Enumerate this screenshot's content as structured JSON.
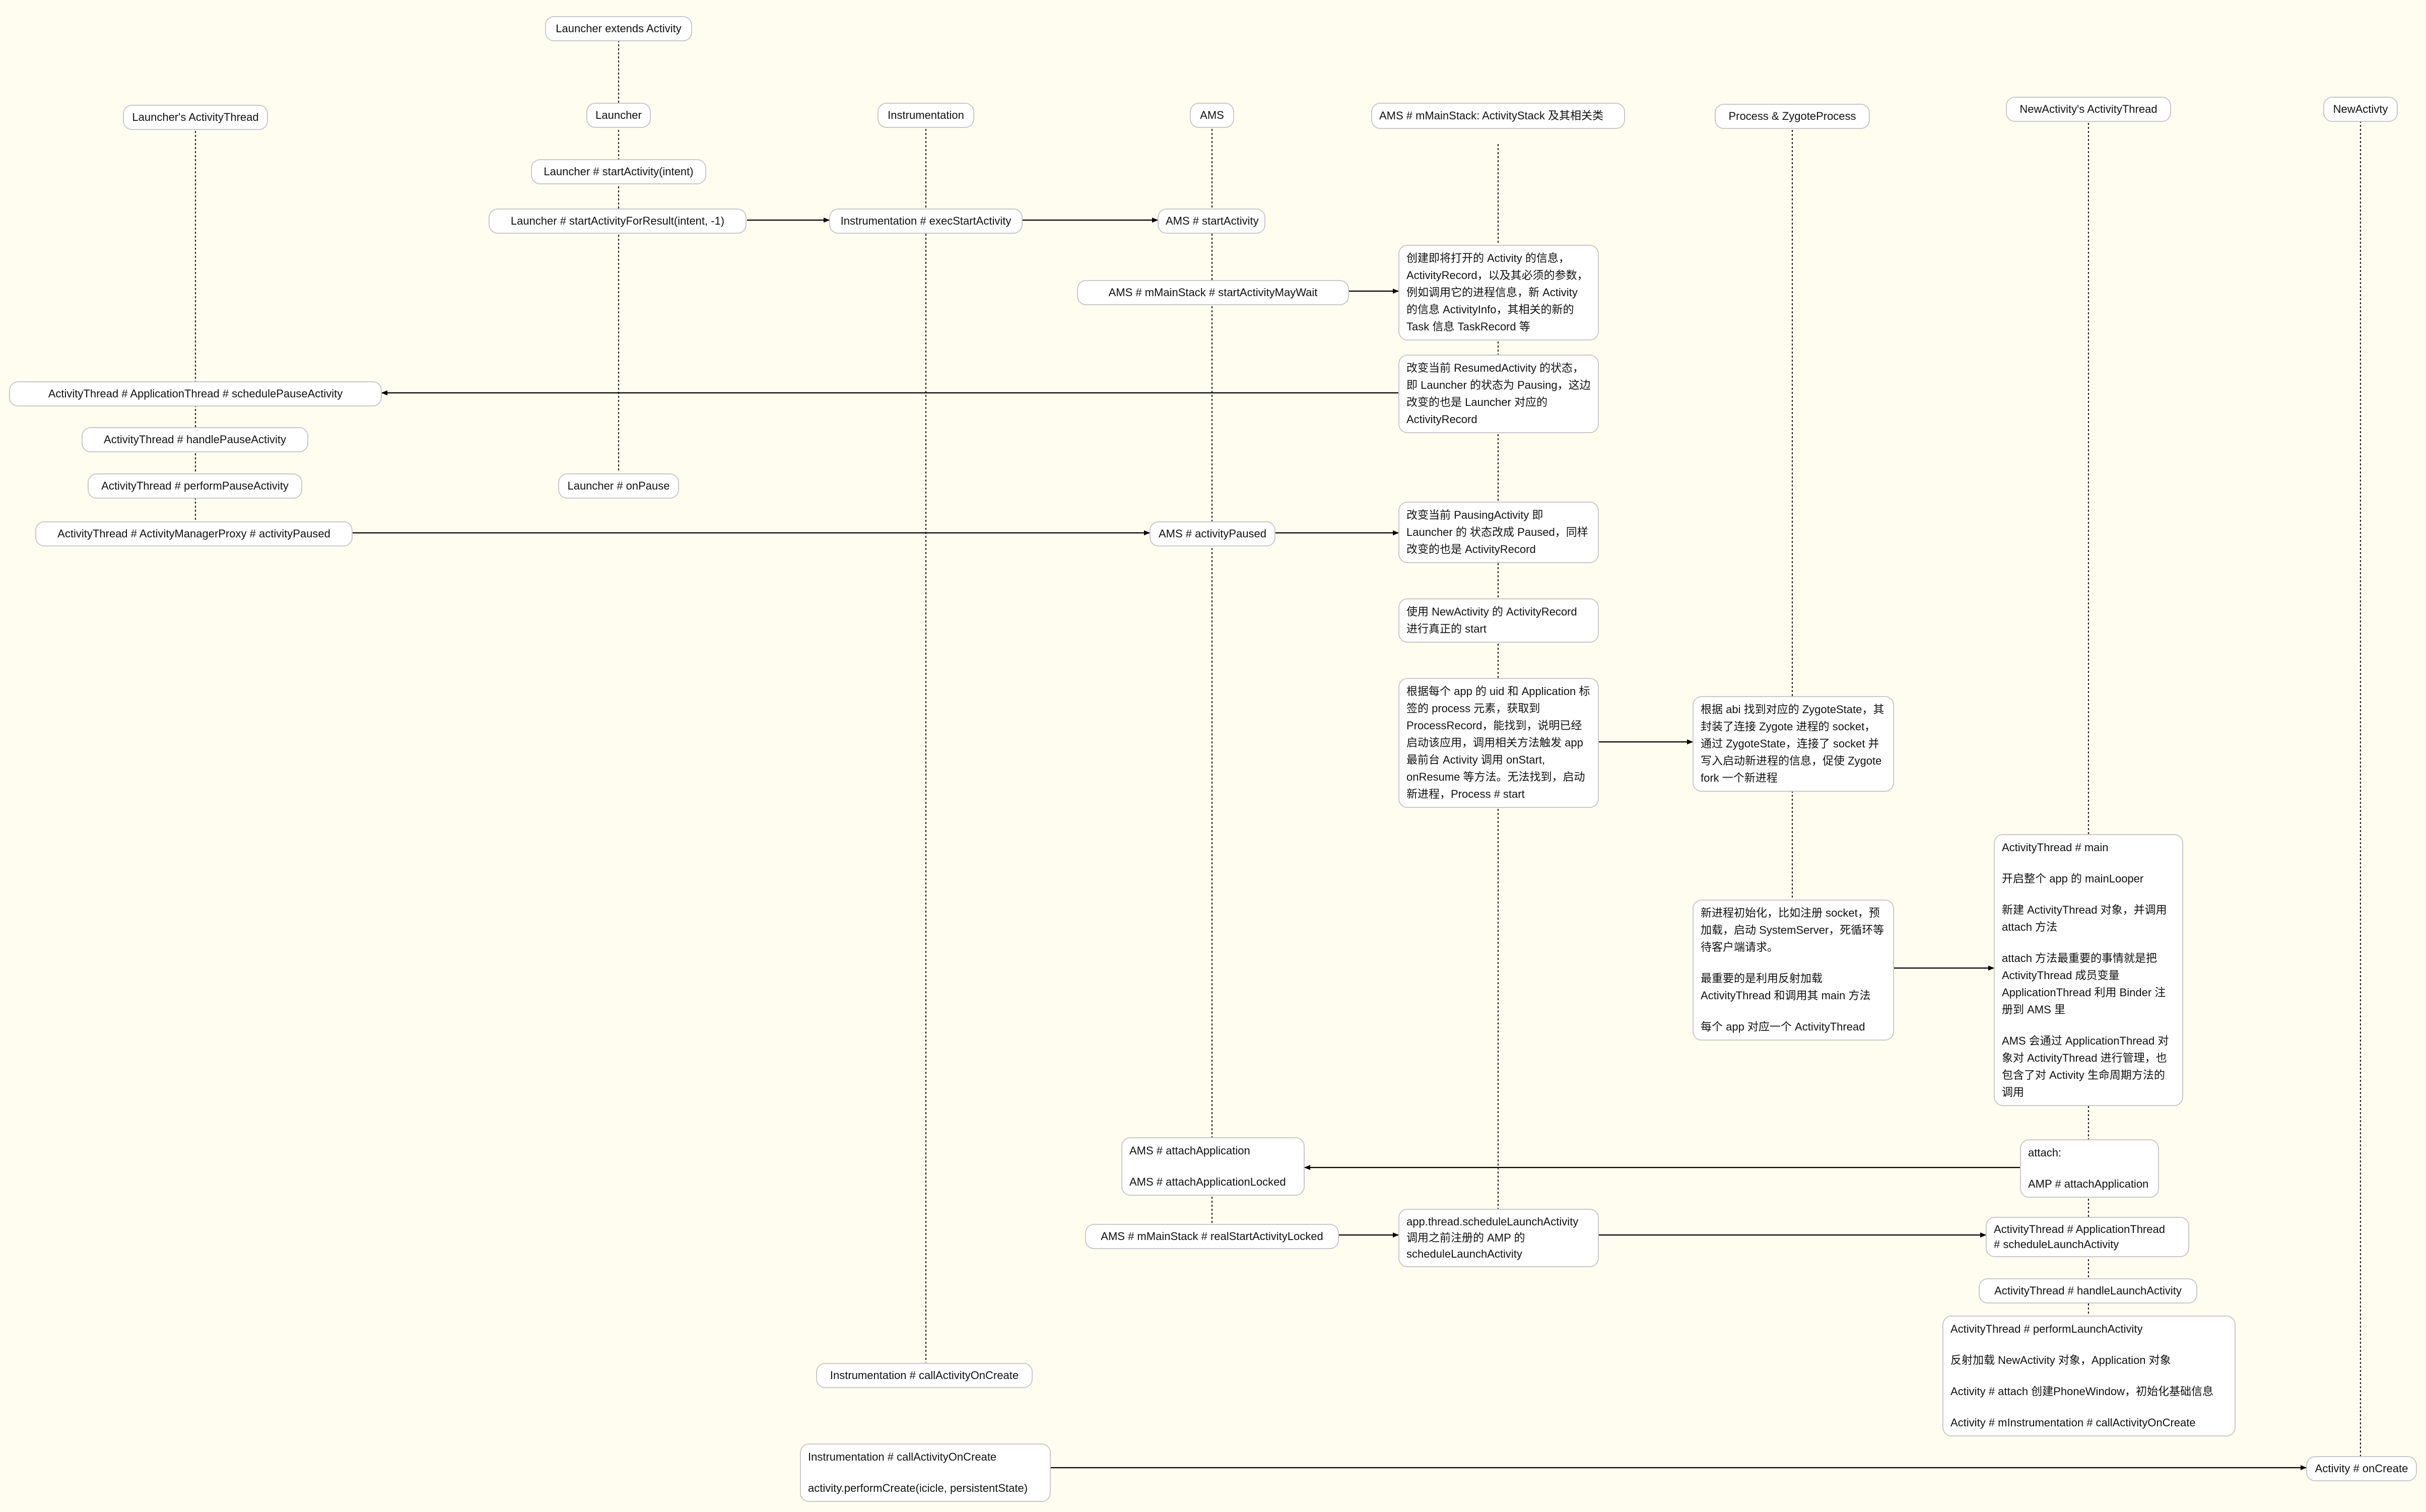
{
  "lanes": {
    "launcher_extends": "Launcher extends Activity",
    "launcher_activity_thread": "Launcher's ActivityThread",
    "launcher": "Launcher",
    "instrumentation": "Instrumentation",
    "ams": "AMS",
    "ams_main_stack": "AMS # mMainStack: ActivityStack 及其相关类",
    "process_zygote": "Process & ZygoteProcess",
    "new_activity_thread": "NewActivity's ActivityThread",
    "new_activity": "NewActivty"
  },
  "steps": {
    "launcher_start_activity": "Launcher # startActivity(intent)",
    "launcher_start_for_result": "Launcher # startActivityForResult(intent, -1)",
    "instr_exec_start": "Instrumentation # execStartActivity",
    "ams_start_activity": "AMS # startActivity",
    "ams_start_may_wait": "AMS # mMainStack # startActivityMayWait",
    "create_activity_record": "创建即将打开的 Activity 的信息，ActivityRecord，以及其必须的参数，例如调用它的进程信息，新 Activity 的信息 ActivityInfo，其相关的新的 Task 信息 TaskRecord 等",
    "schedule_pause": "ActivityThread # ApplicationThread # schedulePauseActivity",
    "change_resumed": "改变当前 ResumedActivity 的状态，即 Launcher 的状态为 Pausing，这边改变的也是 Launcher 对应的 ActivityRecord",
    "handle_pause": "ActivityThread # handlePauseActivity",
    "perform_pause": "ActivityThread # performPauseActivity",
    "launcher_on_pause": "Launcher # onPause",
    "activity_paused_proxy": "ActivityThread # ActivityManagerProxy # activityPaused",
    "ams_activity_paused": "AMS # activityPaused",
    "change_pausing": "改变当前 PausingActivity 即 Launcher 的 状态改成 Paused，同样改变的也是 ActivityRecord",
    "use_new_record": "使用 NewActivity 的 ActivityRecord 进行真正的 start",
    "process_start": "根据每个 app 的 uid 和 Application 标签的 process 元素，获取到 ProcessRecord，能找到，说明已经启动该应用，调用相关方法触发 app 最前台 Activity 调用 onStart, onResume 等方法。无法找到，启动新进程，Process # start",
    "zygote_state": "根据 abi 找到对应的 ZygoteState，其封装了连接 Zygote 进程的 socket，通过 ZygoteState，连接了 socket 并写入启动新进程的信息，促使 Zygote fork 一个新进程",
    "new_process_init_1": "新进程初始化，比如注册 socket，预加载，启动 SystemServer，死循环等待客户端请求。",
    "new_process_init_2": "最重要的是利用反射加载 ActivityThread 和调用其 main 方法",
    "new_process_init_3": "每个 app 对应一个 ActivityThread",
    "at_main_1": "ActivityThread # main",
    "at_main_2": "开启整个 app 的 mainLooper",
    "at_main_3": "新建 ActivityThread 对象，并调用 attach 方法",
    "at_main_4": "attach 方法最重要的事情就是把 ActivityThread 成员变量 ApplicationThread 利用 Binder 注册到 AMS 里",
    "at_main_5": "AMS 会通过 ApplicationThread 对象对 ActivityThread 进行管理，也包含了对 Activity 生命周期方法的调用",
    "ams_attach_1": "AMS # attachApplication",
    "ams_attach_2": "AMS # attachApplicationLocked",
    "attach_1": "attach:",
    "attach_2": "AMP # attachApplication",
    "real_start": "AMS # mMainStack # realStartActivityLocked",
    "schedule_launch_call": "app.thread.scheduleLaunchActivity 调用之前注册的 AMP 的 scheduleLaunchActivity",
    "at_schedule_launch_1": "ActivityThread # ApplicationThread",
    "at_schedule_launch_2": "# scheduleLaunchActivity",
    "handle_launch": "ActivityThread # handleLaunchActivity",
    "perform_launch_1": "ActivityThread # performLaunchActivity",
    "perform_launch_2": "反射加载 NewActivity 对象，Application 对象",
    "perform_launch_3": "Activity # attach 创建PhoneWindow，初始化基础信息",
    "perform_launch_4": "Activity # mInstrumentation # callActivityOnCreate",
    "instr_call_on_create": "Instrumentation # callActivityOnCreate",
    "instr_call_on_create_2a": "Instrumentation # callActivityOnCreate",
    "instr_call_on_create_2b": "activity.performCreate(icicle, persistentState)",
    "activity_on_create": "Activity # onCreate"
  }
}
